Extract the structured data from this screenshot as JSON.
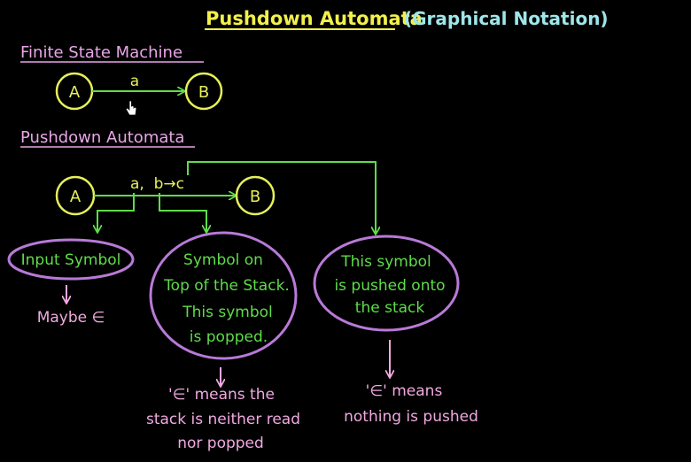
{
  "title": {
    "main": "Pushdown Automata",
    "sub": "(Graphical Notation)"
  },
  "fsm": {
    "heading": "Finite State Machine",
    "state_from": "A",
    "state_to": "B",
    "transition_label": "a"
  },
  "pda": {
    "heading": "Pushdown Automata",
    "state_from": "A",
    "state_to": "B",
    "transition_label": "a,  b→c"
  },
  "callouts": {
    "input": {
      "bubble": "Input Symbol",
      "note": "Maybe ∈"
    },
    "stack_top": {
      "bubble_lines": [
        "Symbol on",
        "Top of the Stack.",
        "This symbol",
        "is popped."
      ],
      "note_lines": [
        "'∈' means the",
        "stack is neither read",
        "nor popped"
      ]
    },
    "pushed": {
      "bubble_lines": [
        "This symbol",
        "is pushed onto",
        "the stack"
      ],
      "note_lines": [
        "'∈' means",
        "nothing is pushed"
      ]
    }
  },
  "colors": {
    "background": "#000000",
    "title_yellow": "#f2f04c",
    "title_cyan": "#9fe6ea",
    "heading_pink": "#e9a5e8",
    "state_yellow": "#e6f05a",
    "green": "#5fdc4a",
    "bubble_purple": "#b87ad8",
    "note_pink": "#f1a9e0"
  },
  "icons": [
    "hand-pointer-icon"
  ]
}
